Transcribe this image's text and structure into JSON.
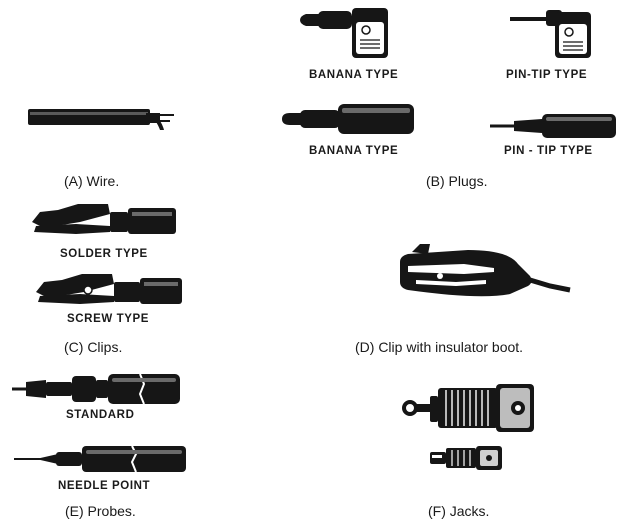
{
  "panels": {
    "wire": {
      "caption": "(A) Wire."
    },
    "plugs": {
      "caption": "(B) Plugs.",
      "top_left_label": "BANANA TYPE",
      "top_right_label": "PIN-TIP TYPE",
      "bottom_left_label": "BANANA TYPE",
      "bottom_right_label": "PIN - TIP TYPE"
    },
    "clips": {
      "caption": "(C) Clips.",
      "solder_label": "SOLDER TYPE",
      "screw_label": "SCREW TYPE"
    },
    "clip_boot": {
      "caption": "(D) Clip with insulator boot."
    },
    "probes": {
      "caption": "(E) Probes.",
      "standard_label": "STANDARD",
      "needle_label": "NEEDLE POINT"
    },
    "jacks": {
      "caption": "(F) Jacks."
    }
  },
  "colors": {
    "ink": "#161616",
    "background": "#ffffff"
  }
}
